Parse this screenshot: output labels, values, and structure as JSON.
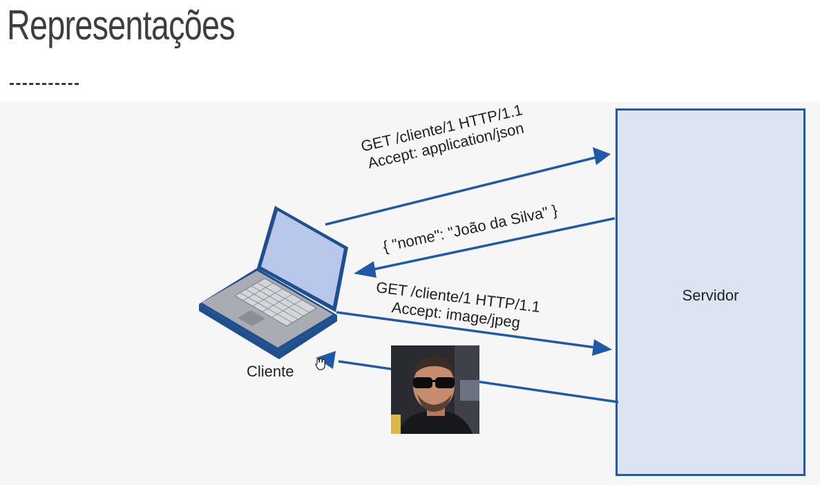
{
  "title": "Representações",
  "server": {
    "label": "Servidor"
  },
  "client": {
    "label": "Cliente"
  },
  "messages": {
    "request1_line1": "GET /cliente/1 HTTP/1.1",
    "request1_line2": "Accept: application/json",
    "response1": "{ \"nome\": \"João da Silva\" }",
    "request2_line1": "GET /cliente/1 HTTP/1.1",
    "request2_line2": "Accept: image/jpeg"
  },
  "colors": {
    "arrow": "#1f5aa6",
    "server_fill": "#dce3f1",
    "server_border": "#1f5aa6",
    "title": "#3e3e3e"
  },
  "icons": {
    "client": "laptop-icon",
    "cursor": "hand-cursor-icon",
    "response2": "person-photo"
  }
}
